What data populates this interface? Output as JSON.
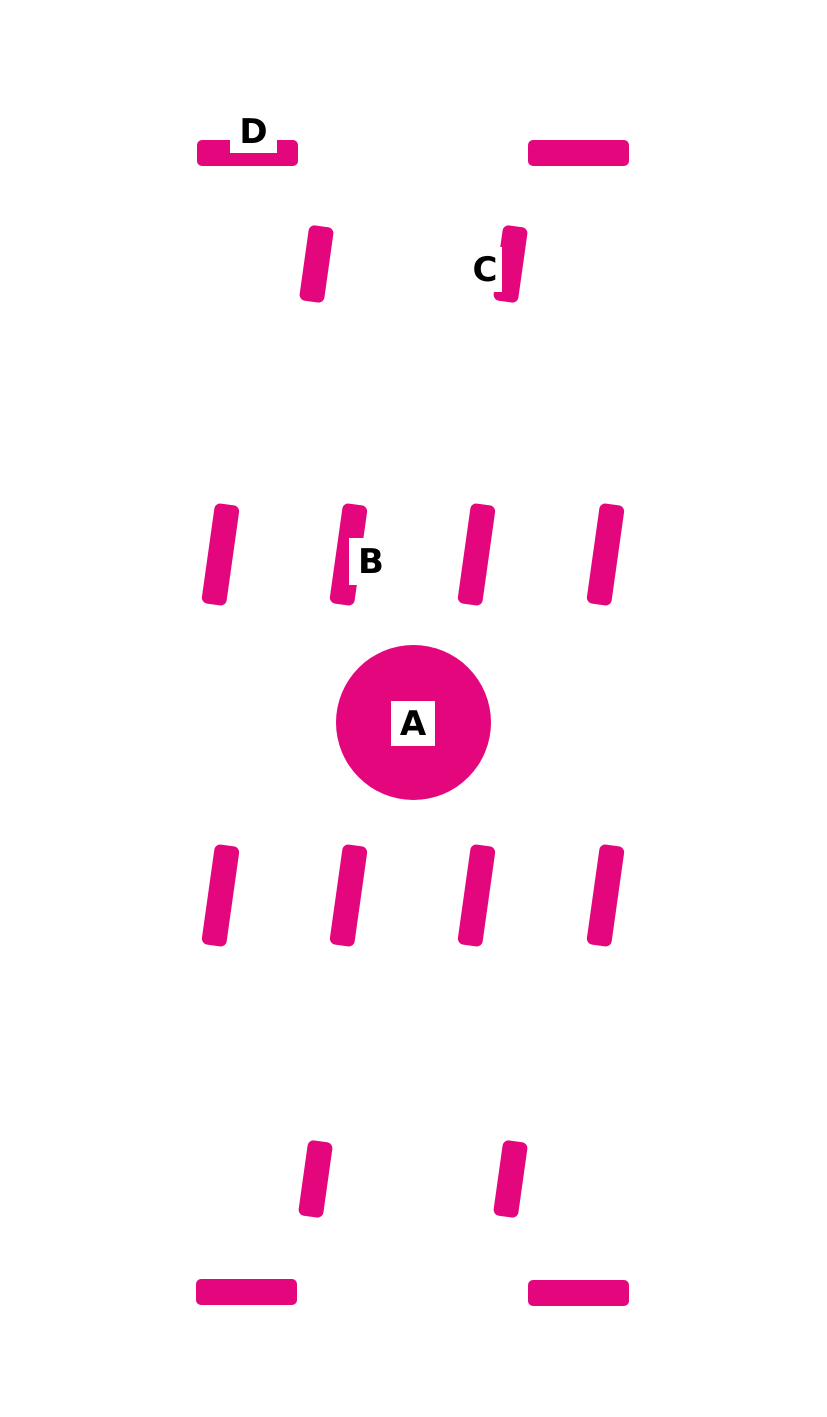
{
  "diagram": {
    "type": "labeled-shape-diagram",
    "background_color": "#FFFFFF",
    "shape_color": "#E3067C",
    "label_box_color": "#FFFFFF",
    "label_text_color": "#000000",
    "labels": {
      "a": "A",
      "b": "B",
      "c": "C",
      "d": "D"
    },
    "label_targets": {
      "a": "center-circle",
      "b": "middle-row-bar-2",
      "c": "upper-row-right-slanted-bar",
      "d": "top-left-horizontal-bar"
    },
    "shape_inventory": {
      "circles": 1,
      "slanted_bars": 12,
      "horizontal_bars": 4
    }
  }
}
